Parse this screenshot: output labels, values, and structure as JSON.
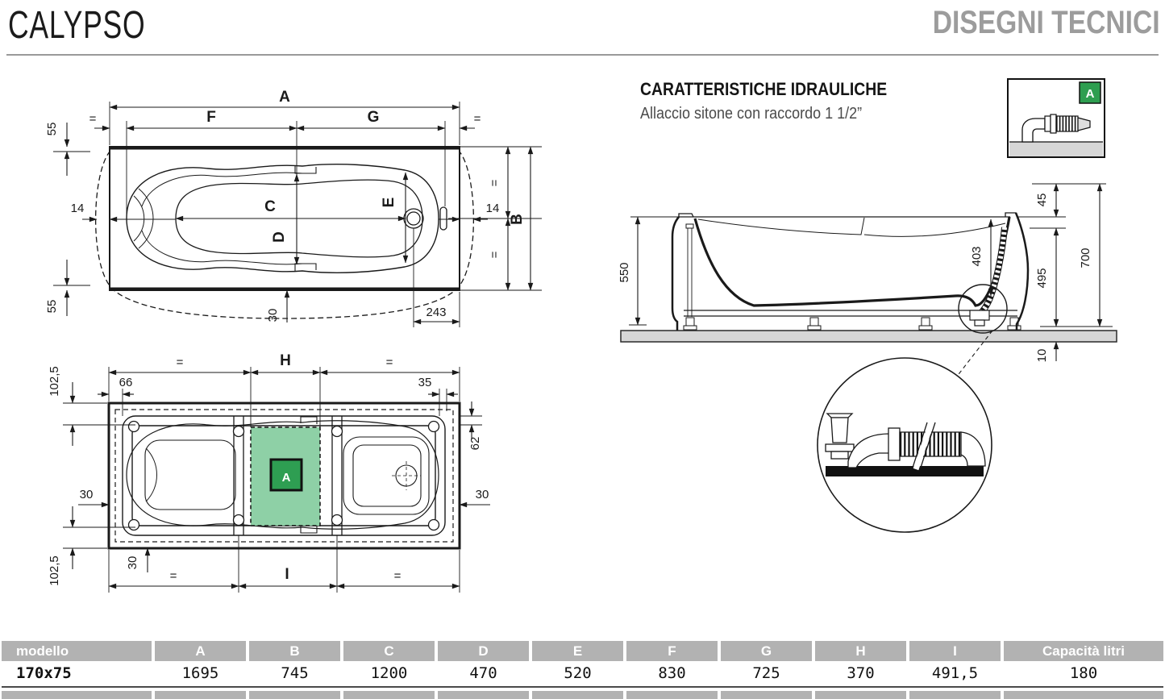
{
  "header": {
    "title": "CALYPSO",
    "subtitle": "DISEGNI TECNICI"
  },
  "hydraulics": {
    "heading": "CARATTERISTICHE IDRAULICHE",
    "subheading": "Allaccio sitone con raccordo 1 1/2”",
    "icon_badge": "A"
  },
  "colors": {
    "accent_green": "#2e9e52",
    "light_green": "#8ed0a6",
    "header_gray": "#b2b2b2"
  },
  "top_view": {
    "labels": {
      "a": "A",
      "f": "F",
      "g": "G",
      "b": "B",
      "c": "C",
      "d": "D",
      "e": "E",
      "eq": "=",
      "n55": "55",
      "n14": "14",
      "n30": "30",
      "n243": "243"
    }
  },
  "frame_view": {
    "labels": {
      "h": "H",
      "i": "I",
      "eq": "=",
      "n102": "102,5",
      "n66": "66",
      "n35": "35",
      "n62": "62",
      "n30": "30",
      "badge": "A"
    }
  },
  "side_view": {
    "labels": {
      "n550": "550",
      "n403": "403",
      "n45": "45",
      "n495": "495",
      "n700": "700",
      "n10": "10"
    }
  },
  "table": {
    "columns": [
      "modello",
      "A",
      "B",
      "C",
      "D",
      "E",
      "F",
      "G",
      "H",
      "I",
      "Capacità litri"
    ],
    "rows": [
      [
        "170x75",
        "1695",
        "745",
        "1200",
        "470",
        "520",
        "830",
        "725",
        "370",
        "491,5",
        "180"
      ]
    ]
  }
}
